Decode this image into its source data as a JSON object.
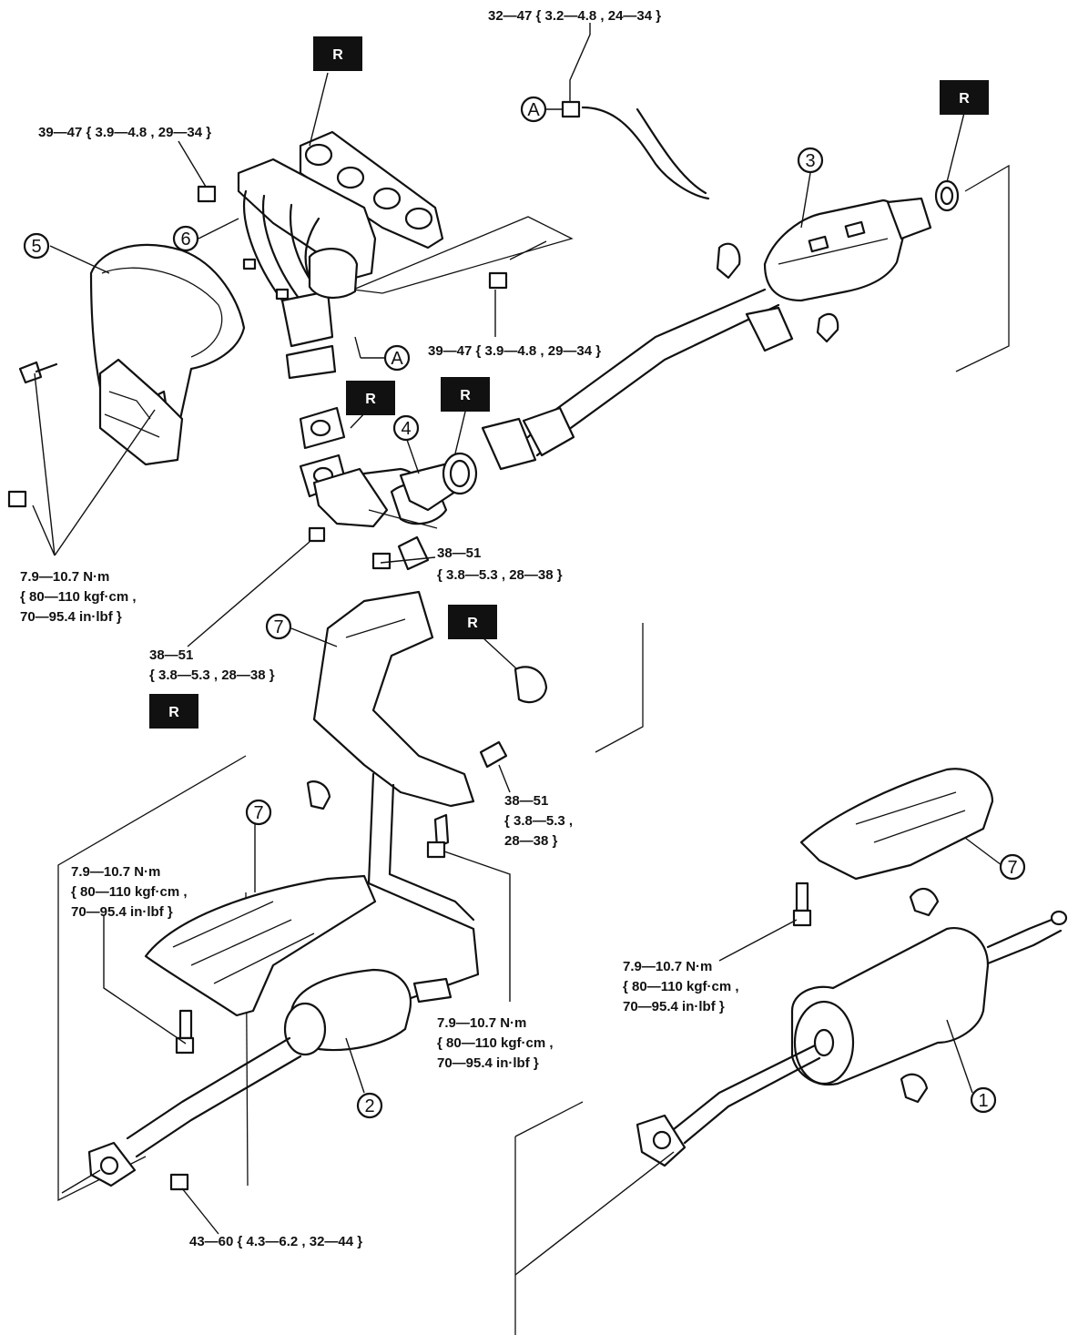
{
  "torques": {
    "t1": "32—47 { 3.2—4.8 , 24—34 }",
    "t2": "39—47 { 3.9—4.8 , 29—34 }",
    "t3": "39—47 { 3.9—4.8 , 29—34 }",
    "t4a": "7.9—10.7 N·m",
    "t4b": "{ 80—110 kgf·cm ,",
    "t4c": "70—95.4 in·lbf }",
    "t5a": "38—51",
    "t5b": "{ 3.8—5.3 , 28—38 }",
    "t6a": "38—51",
    "t6b": "{ 3.8—5.3 , 28—38 }",
    "t7a": "38—51",
    "t7b": "{ 3.8—5.3 ,",
    "t7c": "28—38 }",
    "t8a": "7.9—10.7 N·m",
    "t8b": "{ 80—110 kgf·cm ,",
    "t8c": "70—95.4 in·lbf }",
    "t9a": "7.9—10.7 N·m",
    "t9b": "{ 80—110 kgf·cm ,",
    "t9c": "70—95.4 in·lbf }",
    "t10a": "7.9—10.7 N·m",
    "t10b": "{ 80—110 kgf·cm ,",
    "t10c": "70—95.4 in·lbf }",
    "t11": "43—60 { 4.3—6.2 , 32—44 }"
  },
  "replace_marker": "R",
  "refs": {
    "a": "A",
    "p1": "1",
    "p2": "2",
    "p3": "3",
    "p4": "4",
    "p5": "5",
    "p6": "6",
    "p7": "7"
  },
  "colors": {
    "line": "#111111",
    "marker_fill": "#111111",
    "background": "#ffffff"
  }
}
